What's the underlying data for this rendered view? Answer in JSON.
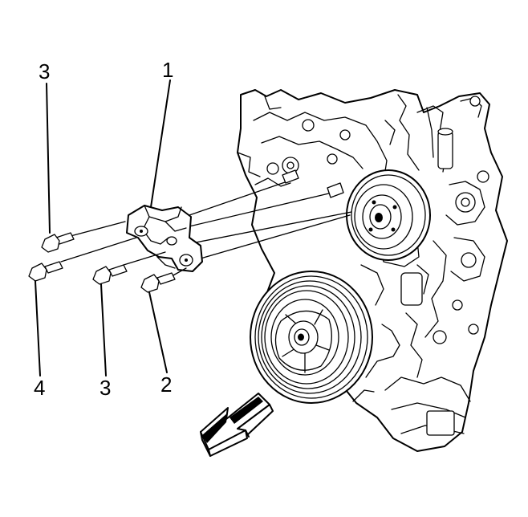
{
  "callouts": [
    {
      "id": "bolt-3-top",
      "label": "3"
    },
    {
      "id": "bracket",
      "label": "1"
    },
    {
      "id": "bolt-4",
      "label": "4"
    },
    {
      "id": "bolt-3-bottom",
      "label": "3"
    },
    {
      "id": "bolt-2",
      "label": "2"
    }
  ],
  "colors": {
    "line": "#000000",
    "background": "#ffffff",
    "arrow_fill": "#ffffff"
  },
  "icons": [
    "forward-direction-arrow-icon"
  ]
}
